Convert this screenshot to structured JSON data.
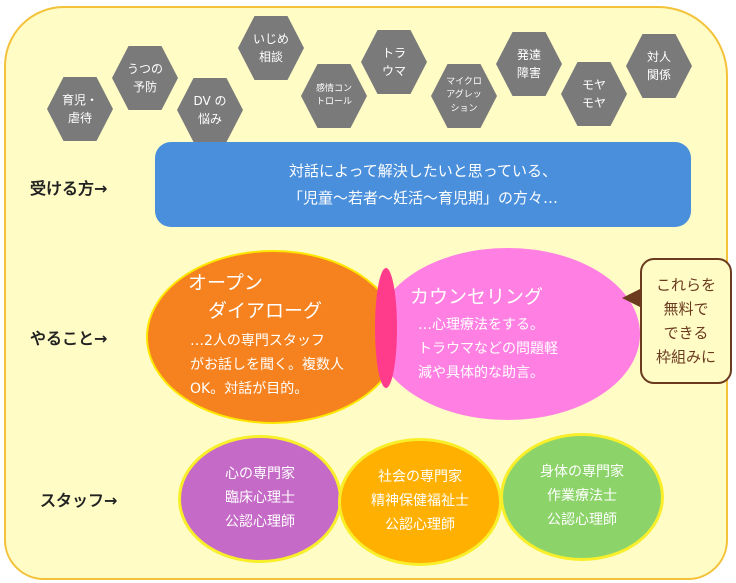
{
  "topics": [
    "育児・\n虐待",
    "うつの\n予防",
    "DV の\n悩み",
    "いじめ\n相談",
    "感情コン\nトロール",
    "トラ\nウマ",
    "マイクロ\nアグレッ\nション",
    "発達\n障害",
    "モヤ\nモヤ",
    "対人\n関係"
  ],
  "rows": {
    "recipients": "受ける方→",
    "activities": "やること→",
    "staff": "スタッフ→"
  },
  "recipients": {
    "line1": "対話によって解決したいと思っている、",
    "line2": "「児童～若者～妊活～育児期」の方々…"
  },
  "open_dialogue": {
    "title1": "オープン",
    "title2": "ダイアローグ",
    "desc1": "…2人の専門スタッフ",
    "desc2": "がお話しを聞く。複数人",
    "desc3": "OK。対話が目的。"
  },
  "counseling": {
    "title": "カウンセリング",
    "desc1": "…心理療法をする。",
    "desc2": "トラウマなどの問題軽",
    "desc3": "減や具体的な助言。"
  },
  "callout": "これらを\n無料で\nできる\n枠組みに",
  "staff": [
    {
      "title": "心の専門家",
      "l1": "臨床心理士",
      "l2": "公認心理師",
      "color": "#c66ac8"
    },
    {
      "title": "社会の専門家",
      "l1": "精神保健福祉士",
      "l2": "公認心理師",
      "color": "#ffb000"
    },
    {
      "title": "身体の専門家",
      "l1": "作業療法士",
      "l2": "公認心理師",
      "color": "#8cd46a"
    }
  ]
}
